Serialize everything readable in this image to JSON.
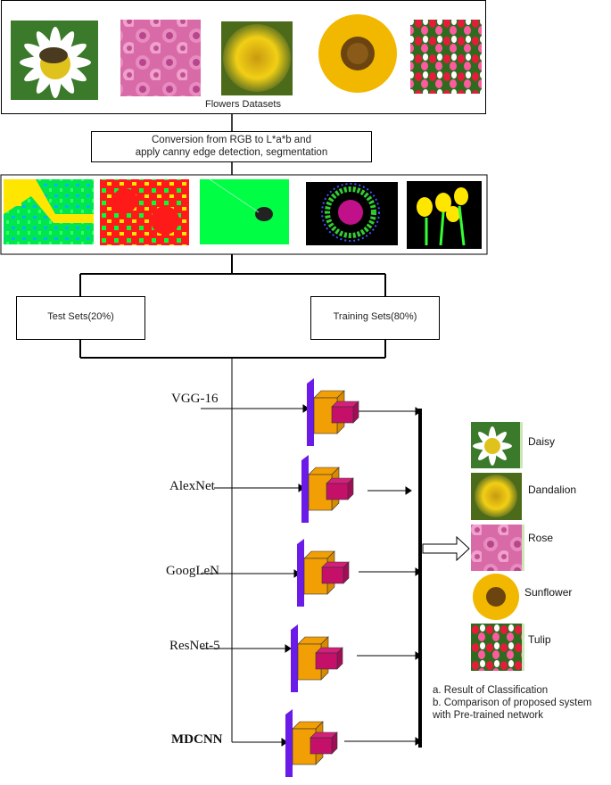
{
  "datasets_label": "Flowers Datasets",
  "process_text_line1": "Conversion from RGB to L*a*b and",
  "process_text_line2": "apply canny edge detection, segmentation",
  "test_label": "Test Sets(20%)",
  "train_label": "Training Sets(80%)",
  "networks": [
    "VGG-16",
    "AlexNet",
    "GoogLeN",
    "ResNet-5",
    "MDCNN"
  ],
  "classes": [
    "Daisy",
    "Dandalion",
    "Rose",
    "Sunflower",
    "Tulip"
  ],
  "notes": [
    "a. Result of Classification",
    "b. Comparison of proposed system",
    "with Pre-trained network"
  ],
  "colors": {
    "cube_front": "#f29f05",
    "cube_side": "#c5106a",
    "slab": "#6a1be8",
    "seg_green": "#00ff33",
    "seg_red": "#ff1a1a",
    "seg_yellow": "#ffee00"
  }
}
